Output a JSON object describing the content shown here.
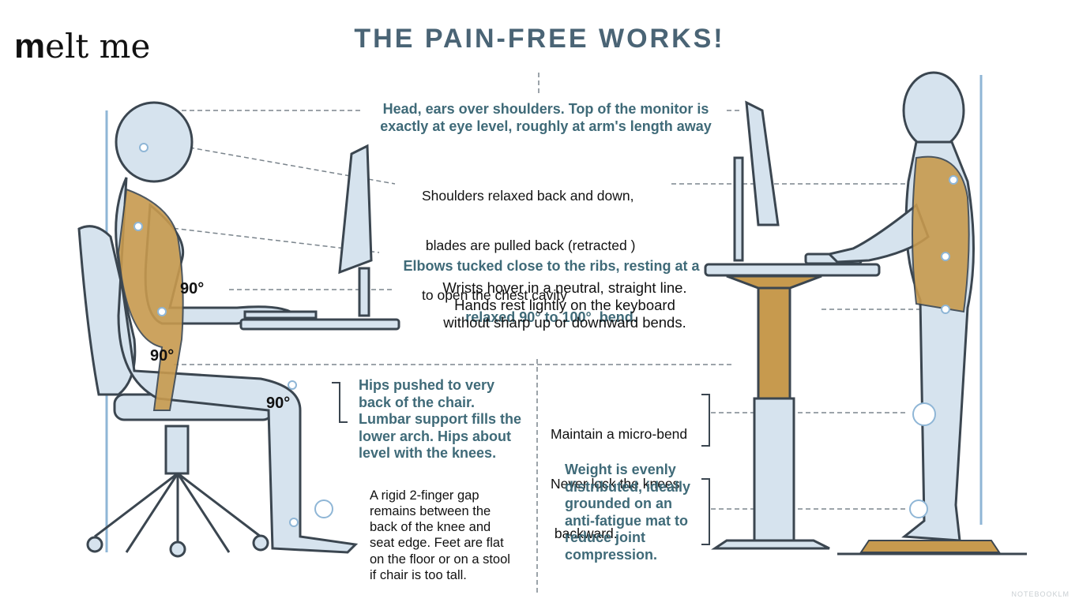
{
  "logo": {
    "mark": "m",
    "text": "elt me"
  },
  "title": "THE PAIN-FREE WORKS!",
  "angles": {
    "arm": "90°",
    "hip": "90°",
    "knee": "90°"
  },
  "labels": {
    "head": [
      "Head, ears over shoulders. Top of the monitor is",
      "exactly at eye level, roughly at arm's length away"
    ],
    "shoulders": [
      "Shoulders relaxed back and down,",
      " blades are pulled back (retracted )",
      "to open the chest cavity"
    ],
    "elbows": [
      "Elbows tucked close to the ribs, resting at a",
      "relaxed 90° to 100°  bend."
    ],
    "wrists": [
      "Wrists hover in a neutral, straight line.",
      "Hands rest lightly on the keyboard",
      "without sharp up or downward bends."
    ],
    "hips": [
      "Hips pushed to very",
      "back of the chair.",
      "Lumbar support fills the",
      "lower arch. Hips about",
      "level with the knees."
    ],
    "gap": [
      "A rigid 2-finger gap",
      "remains between the",
      "back of the knee and",
      "seat edge. Feet are flat",
      "on the floor or on a stool",
      "if chair is too tall."
    ],
    "knees": [
      "Maintain a micro-bend",
      "Never lock the knees",
      " backward."
    ],
    "weight": [
      "Weight is evenly",
      "distributed, ideally",
      "grounded on an",
      "anti-fatigue mat to",
      "reduce joint",
      "compression."
    ]
  },
  "colors": {
    "title": "#4a6475",
    "teal_text": "#3f6a78",
    "figure": "#d6e3ee",
    "outline": "#3b4650",
    "brace": "#c79a4e",
    "guide": "#8fb6d6"
  },
  "watermark": "NOTEBOOKLM"
}
